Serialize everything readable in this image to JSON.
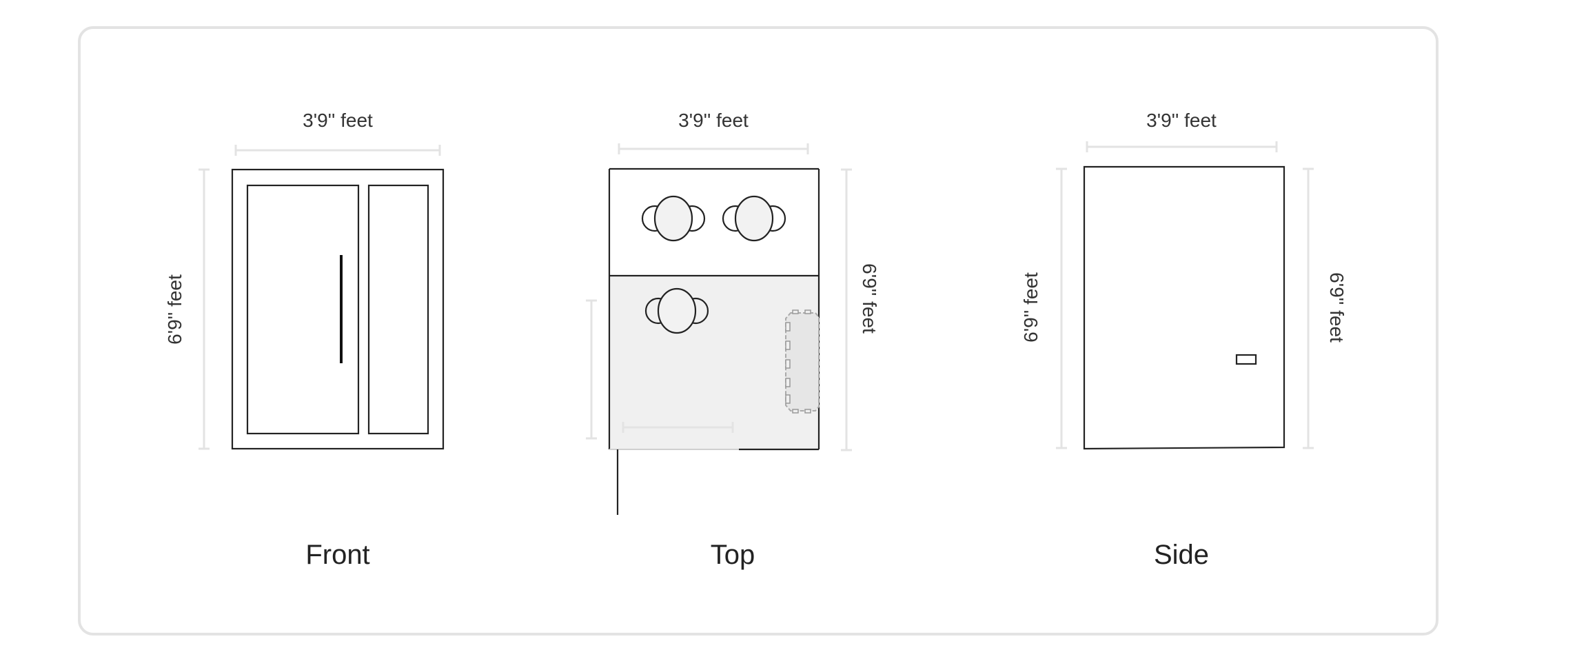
{
  "views": {
    "front": {
      "caption": "Front",
      "width_label": "3'9'' feet",
      "height_label": "6'9'' feet"
    },
    "top": {
      "caption": "Top",
      "width_label": "3'9'' feet",
      "height_label": "6'9'' feet"
    },
    "side": {
      "caption": "Side",
      "width_label": "3'9'' feet",
      "height_label_left": "6'9'' feet",
      "height_label_right": "6'9'' feet"
    }
  },
  "colors": {
    "outline": "#222222",
    "dimension_line": "#e3e3e3",
    "floor_fill": "#f0f0f0",
    "card_border": "#e3e3e3"
  }
}
